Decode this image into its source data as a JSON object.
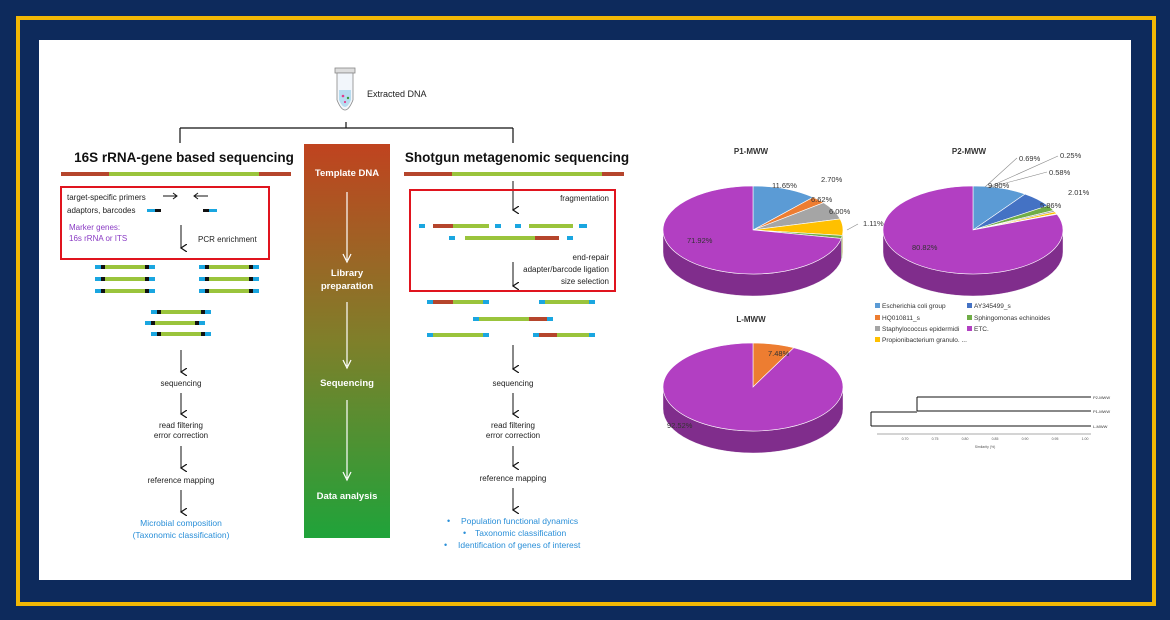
{
  "colors": {
    "frame_navy": "#0d2a5c",
    "frame_gold": "#f2b705",
    "highlight_red": "#e0141e",
    "read_green": "#9ac43c",
    "read_brown": "#b5452c",
    "read_cyan": "#1aa6e0",
    "text_purple": "#8a3bc4",
    "text_blue": "#2a8fd8",
    "pie_purple": "#b23fc2",
    "pie_blue": "#5b9bd5",
    "pie_orange": "#ed7d31",
    "pie_gray": "#a5a5a5",
    "pie_yellow": "#ffc000",
    "pie_darkblue": "#4472c4",
    "pie_green": "#70ad47"
  },
  "workflow": {
    "extracted_dna": "Extracted  DNA",
    "left_title": "16S rRNA-gene based sequencing",
    "right_title": "Shotgun metagenomic sequencing",
    "left": {
      "box_primers": "target-specific primers",
      "box_adaptors": "adaptors, barcodes",
      "marker_genes_1": "Marker genes:",
      "marker_genes_2": "16s rRNA or ITS",
      "pcr": "PCR enrichment",
      "sequencing": "sequencing",
      "read_filtering_1": "read filtering",
      "read_filtering_2": "error correction",
      "reference_mapping": "reference mapping",
      "result_1": "Microbial composition",
      "result_2": "(Taxonomic classification)"
    },
    "center": {
      "template": "Template DNA",
      "library_1": "Library",
      "library_2": "preparation",
      "sequencing": "Sequencing",
      "analysis": "Data analysis"
    },
    "right": {
      "fragmentation": "fragmentation",
      "end_repair": "end-repair",
      "ligation": "adapter/barcode ligation",
      "size_selection": "size selection",
      "sequencing": "sequencing",
      "read_filtering_1": "read filtering",
      "read_filtering_2": "error correction",
      "reference_mapping": "reference mapping",
      "result_1": "Population functional dynamics",
      "result_2": "Taxonomic classification",
      "result_3": "Identification of genes of interest",
      "bullet": "•"
    }
  },
  "chart_data": [
    {
      "type": "pie",
      "title": "P1-MWW",
      "slices": [
        {
          "label": "Escherichia coli group",
          "value": 11.65,
          "display": "11.65%"
        },
        {
          "label": "HQ010811_s",
          "value": 2.7,
          "display": "2.70%"
        },
        {
          "label": "Staphylococcus epidermidis",
          "value": 6.62,
          "display": "6.62%"
        },
        {
          "label": "Propionibacterium granulosum",
          "value": 6.0,
          "display": "6.00%"
        },
        {
          "label": "Sphingomonas echinoides",
          "value": 1.11,
          "display": "1.11%"
        },
        {
          "label": "ETC.",
          "value": 71.92,
          "display": "71.92%"
        }
      ]
    },
    {
      "type": "pie",
      "title": "P2-MWW",
      "slices": [
        {
          "label": "Escherichia coli group",
          "value": 9.8,
          "display": "9.80%"
        },
        {
          "label": "AY345499_s",
          "value": 5.86,
          "display": "5.86%"
        },
        {
          "label": "Sphingomonas echinoides",
          "value": 2.01,
          "display": "2.01%"
        },
        {
          "label": "Staphylococcus epidermidis",
          "value": 0.58,
          "display": "0.58%"
        },
        {
          "label": "Propionibacterium granulosum",
          "value": 0.69,
          "display": "0.69%"
        },
        {
          "label": "HQ010811_s",
          "value": 0.25,
          "display": "0.25%"
        },
        {
          "label": "ETC.",
          "value": 80.82,
          "display": "80.82%"
        }
      ]
    },
    {
      "type": "pie",
      "title": "L-MWW",
      "slices": [
        {
          "label": "HQ010811_s",
          "value": 7.48,
          "display": "7.48%"
        },
        {
          "label": "ETC.",
          "value": 92.52,
          "display": "92.52%"
        }
      ]
    }
  ],
  "legend": {
    "items": [
      {
        "label": "Escherichia coli group",
        "color": "#5b9bd5"
      },
      {
        "label": "AY345499_s",
        "color": "#4472c4"
      },
      {
        "label": "HQ010811_s",
        "color": "#ed7d31"
      },
      {
        "label": "Sphingomonas echinoides",
        "color": "#70ad47"
      },
      {
        "label": "Staphylococcus epidermidi",
        "color": "#a5a5a5"
      },
      {
        "label": "ETC.",
        "color": "#b23fc2"
      },
      {
        "label": "Propionibacterium granulo. ...",
        "color": "#ffc000"
      }
    ]
  },
  "dendrogram": {
    "leaves": [
      "P2-MWW",
      "P1-MWW",
      "L-MWW"
    ],
    "axis_label": "Similarity (%)",
    "ticks": [
      "0.70",
      "0.75",
      "0.80",
      "0.85",
      "0.90",
      "0.95",
      "1.00"
    ]
  }
}
